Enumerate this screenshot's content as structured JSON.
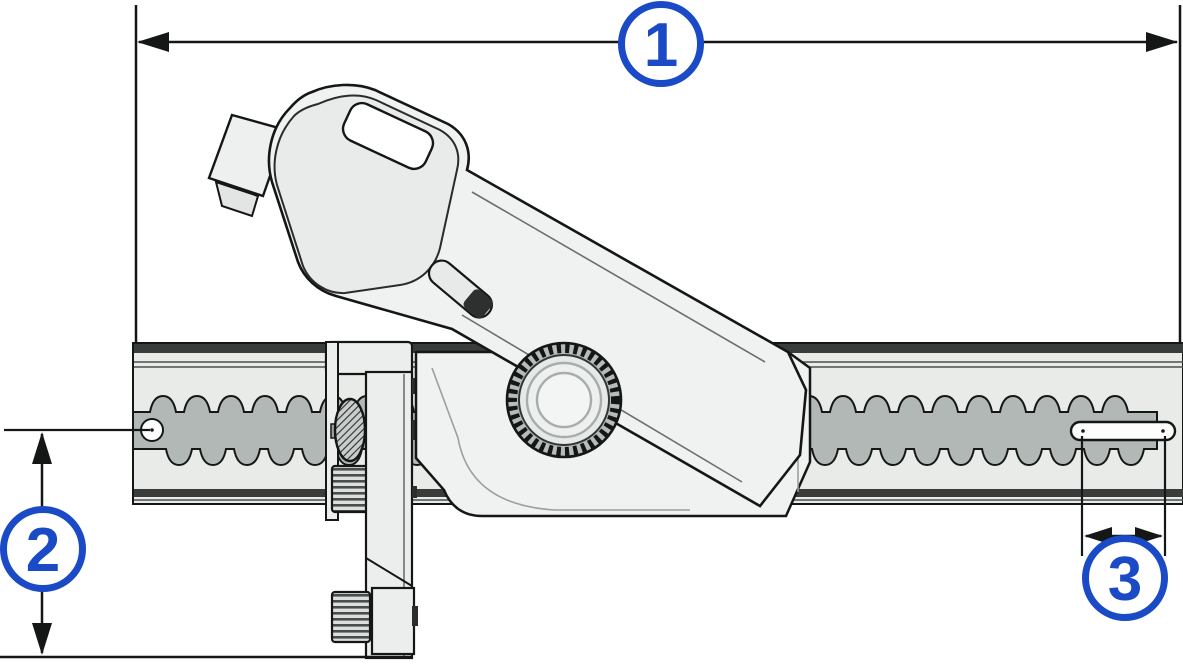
{
  "figure": {
    "kind": "technical-line-diagram",
    "background_color": "#ffffff",
    "outline_color": "#141716",
    "accent_color": "#1a4ac6",
    "rail_light_color": "#e9ebe9",
    "rail_dark_band_color": "#383c3a",
    "track_color": "#b2b8b5",
    "part_fill_color": "#f0f2f1",
    "callouts": [
      {
        "label": "1"
      },
      {
        "label": "2"
      },
      {
        "label": "3"
      }
    ]
  }
}
